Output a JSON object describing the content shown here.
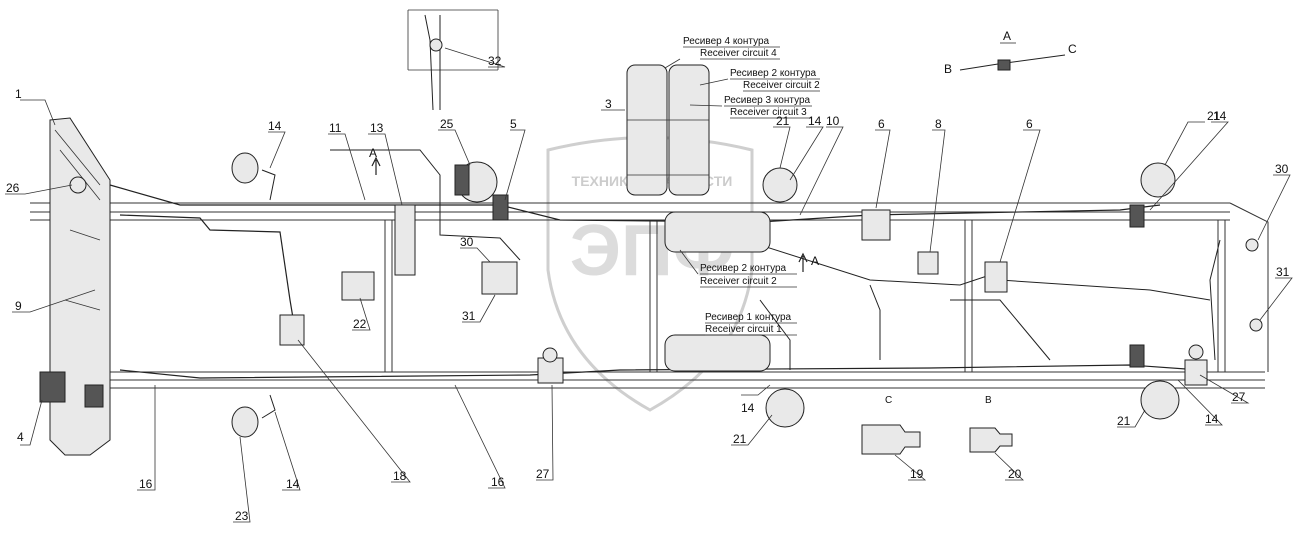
{
  "watermark": {
    "top_text": "ТЕХНИКА И ЗАПЧАСТИ",
    "logo_text": "ЭПФ"
  },
  "callouts": {
    "c1": "1",
    "c3": "3",
    "c4": "4",
    "c5": "5",
    "c6a": "6",
    "c6b": "6",
    "c8": "8",
    "c9": "9",
    "c10": "10",
    "c11": "11",
    "c13": "13",
    "c14a": "14",
    "c14b": "14",
    "c14c": "14",
    "c14d": "14",
    "c14e": "14",
    "c14f": "14",
    "c16a": "16",
    "c16b": "16",
    "c18": "18",
    "c19": "19",
    "c20": "20",
    "c21a": "21",
    "c21b": "21",
    "c21c": "21",
    "c21d": "21",
    "c22": "22",
    "c23": "23",
    "c25": "25",
    "c26": "26",
    "c27a": "27",
    "c27b": "27",
    "c30a": "30",
    "c30b": "30",
    "c31a": "31",
    "c31b": "31",
    "c32": "32"
  },
  "receivers": {
    "r4_ru": "Ресивер 4 контура",
    "r4_en": "Receiver circuit 4",
    "r2_top_ru": "Ресивер 2 контура",
    "r2_top_en": "Receiver circuit 2",
    "r3_ru": "Ресивер 3 контура",
    "r3_en": "Receiver circuit 3",
    "r2_mid_ru": "Ресивер 2 контура",
    "r2_mid_en": "Receiver circuit 2",
    "r1_ru": "Ресивер 1 контура",
    "r1_en": "Receiver circuit 1"
  },
  "view_letters": {
    "a_arrow_left": "A",
    "a_arrow_mid": "A",
    "a_detail": "A",
    "b_detail": "B",
    "c_detail": "C",
    "c_fitting": "C",
    "b_fitting": "B"
  }
}
